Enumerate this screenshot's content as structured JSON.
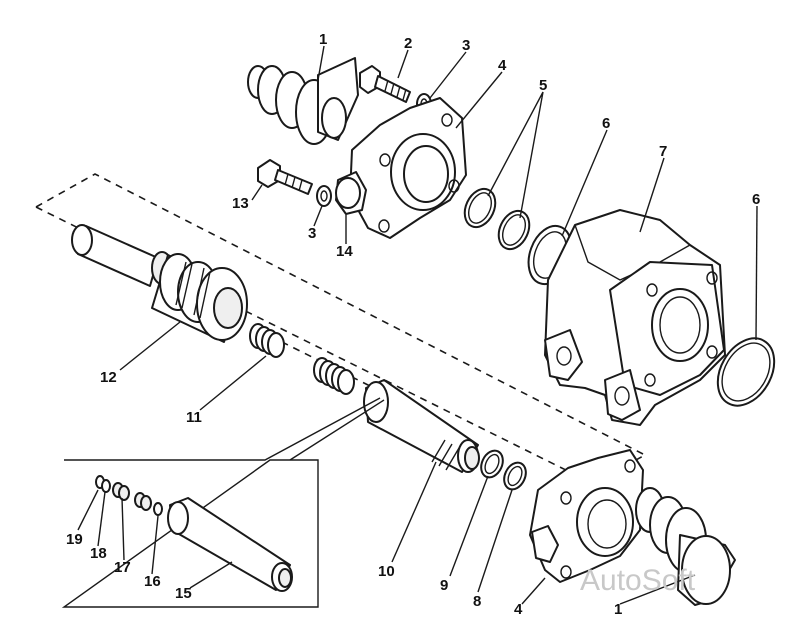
{
  "labels": {
    "l1a": "1",
    "l2": "2",
    "l3a": "3",
    "l4a": "4",
    "l5": "5",
    "l6a": "6",
    "l7": "7",
    "l6b": "6",
    "l13": "13",
    "l3b": "3",
    "l14": "14",
    "l12": "12",
    "l11": "11",
    "l10": "10",
    "l9": "9",
    "l8": "8",
    "l4b": "4",
    "l1b": "1",
    "l19": "19",
    "l18": "18",
    "l17": "17",
    "l16": "16",
    "l15": "15"
  },
  "watermark": "AutoSoft"
}
